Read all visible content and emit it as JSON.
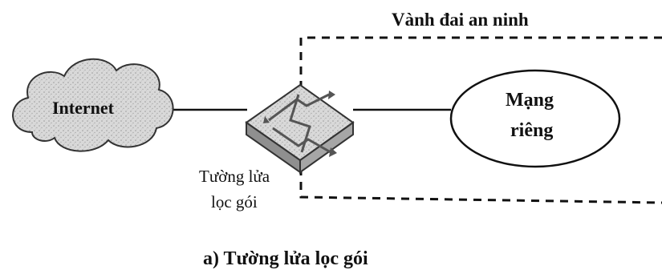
{
  "diagram": {
    "perimeter_label": "Vành đai an ninh",
    "nodes": {
      "internet": "Internet",
      "private_network_line1": "Mạng",
      "private_network_line2": "riêng",
      "firewall_line1": "Tường lửa",
      "firewall_line2": "lọc gói"
    },
    "caption": "a) Tường lửa lọc gói",
    "edges": [
      {
        "from": "internet",
        "to": "firewall"
      },
      {
        "from": "firewall",
        "to": "private_network"
      }
    ]
  }
}
